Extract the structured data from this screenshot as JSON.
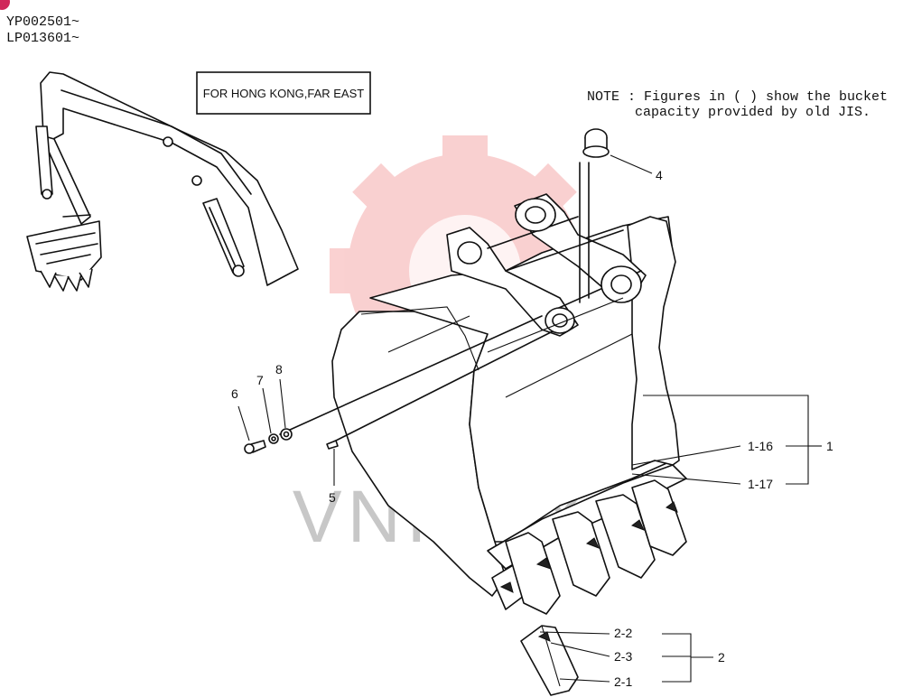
{
  "header": {
    "serial_1": "YP002501~",
    "serial_2": "LP013601~",
    "region_box": "FOR HONG KONG,FAR EAST",
    "note_line_1": "NOTE : Figures in (   ) show the bucket",
    "note_line_2": "capacity provided by old JIS."
  },
  "watermark": {
    "text": "VNITEX",
    "color": "#f07a7a"
  },
  "callouts": {
    "c4": "4",
    "c5": "5",
    "c6": "6",
    "c7": "7",
    "c8": "8",
    "c1": "1",
    "c1_16": "1-16",
    "c1_17": "1-17",
    "c2": "2",
    "c2_1": "2-1",
    "c2_2": "2-2",
    "c2_3": "2-3"
  }
}
